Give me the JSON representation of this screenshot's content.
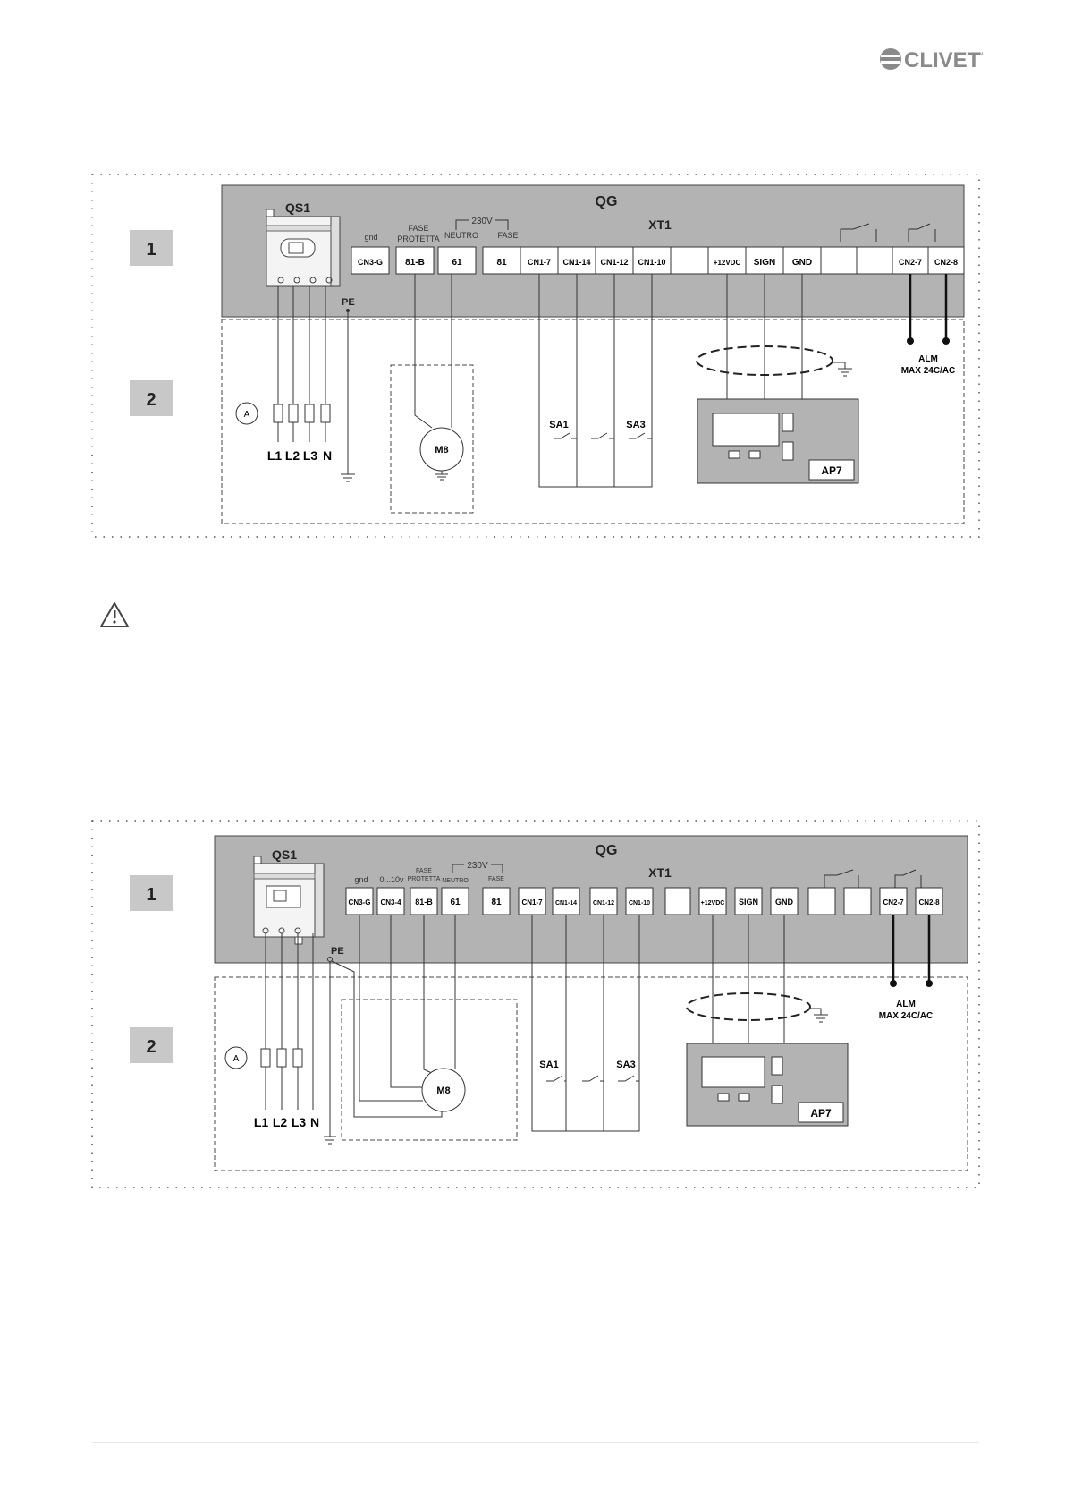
{
  "brand": {
    "name": "CLIVET",
    "mark": "™"
  },
  "diagrams": [
    {
      "row_labels": [
        "1",
        "2"
      ],
      "panel_label": "QG",
      "switch_label": "QS1",
      "strip_label": "XT1",
      "pe_label": "PE",
      "voltage_label": "230V",
      "top_labels": {
        "gnd": "gnd",
        "fase_protetta_1": "FASE",
        "fase_protetta_2": "PROTETTA",
        "neutro": "NEUTRO",
        "fase": "FASE"
      },
      "terminals": [
        "CN3-G",
        "81-B",
        "61",
        "81",
        "CN1-7",
        "CN1-14",
        "CN1-12",
        "CN1-10",
        "",
        "+12VDC",
        "SIGN",
        "GND",
        "",
        "",
        "CN2-7",
        "CN2-8"
      ],
      "alarm": [
        "ALM",
        "MAX 24C/AC"
      ],
      "fuse_circle_label": "A",
      "lines": [
        "L1",
        "L2",
        "L3",
        "N"
      ],
      "motor_label": "M8",
      "switch_labels": [
        "SA1",
        "SA3"
      ],
      "controller_label": "AP7"
    },
    {
      "row_labels": [
        "1",
        "2"
      ],
      "panel_label": "QG",
      "switch_label": "QS1",
      "strip_label": "XT1",
      "pe_label": "PE",
      "voltage_label": "230V",
      "top_labels": {
        "gnd": "gnd",
        "zero_ten": "0...10v",
        "fase_protetta_1": "FASE",
        "fase_protetta_2": "PROTETTA",
        "neutro": "NEUTRO",
        "fase": "FASE"
      },
      "terminals": [
        "CN3-G",
        "CN3-4",
        "81-B",
        "61",
        "81",
        "CN1-7",
        "CN1-14",
        "CN1-12",
        "CN1-10",
        "",
        "+12VDC",
        "SIGN",
        "GND",
        "",
        "",
        "CN2-7",
        "CN2-8"
      ],
      "alarm": [
        "ALM",
        "MAX 24C/AC"
      ],
      "fuse_circle_label": "A",
      "lines": [
        "L1",
        "L2",
        "L3",
        "N"
      ],
      "motor_label": "M8",
      "switch_labels": [
        "SA1",
        "SA3"
      ],
      "controller_label": "AP7"
    }
  ],
  "colors": {
    "panel": "#b3b3b3",
    "row_label_bg": "#c8c8c8",
    "line": "#333333",
    "logo": "#888888"
  },
  "icons": [
    "warning-icon",
    "ground-icon"
  ]
}
